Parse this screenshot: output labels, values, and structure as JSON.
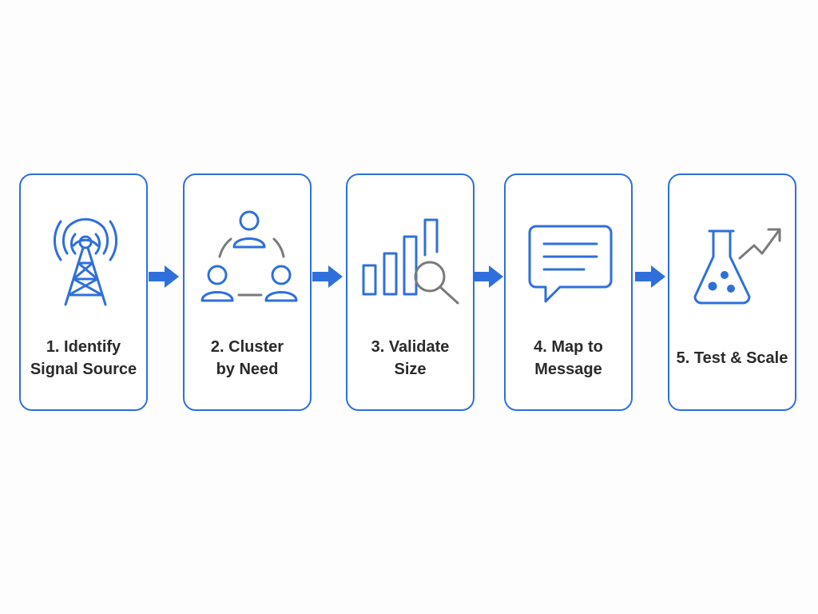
{
  "colors": {
    "accent": "#2f6fdb",
    "neutral_line": "#7a7a7a",
    "text": "#2a2a2a",
    "background": "#fdfdfd"
  },
  "steps": [
    {
      "line1": "1. Identify",
      "line2": "Signal Source",
      "icon": "signal-tower-icon"
    },
    {
      "line1": "2. Cluster",
      "line2": "by Need",
      "icon": "user-cluster-icon"
    },
    {
      "line1": "3. Validate",
      "line2": "Size",
      "icon": "bar-chart-magnifier-icon"
    },
    {
      "line1": "4. Map to",
      "line2": "Message",
      "icon": "speech-bubble-icon"
    },
    {
      "line1": "5. Test & Scale",
      "line2": "",
      "icon": "flask-trend-icon"
    }
  ],
  "connectors": [
    {
      "from": 1,
      "to": 2,
      "icon": "right-arrow-icon"
    },
    {
      "from": 2,
      "to": 3,
      "icon": "right-arrow-icon"
    },
    {
      "from": 3,
      "to": 4,
      "icon": "right-arrow-icon"
    },
    {
      "from": 4,
      "to": 5,
      "icon": "right-arrow-icon"
    }
  ]
}
